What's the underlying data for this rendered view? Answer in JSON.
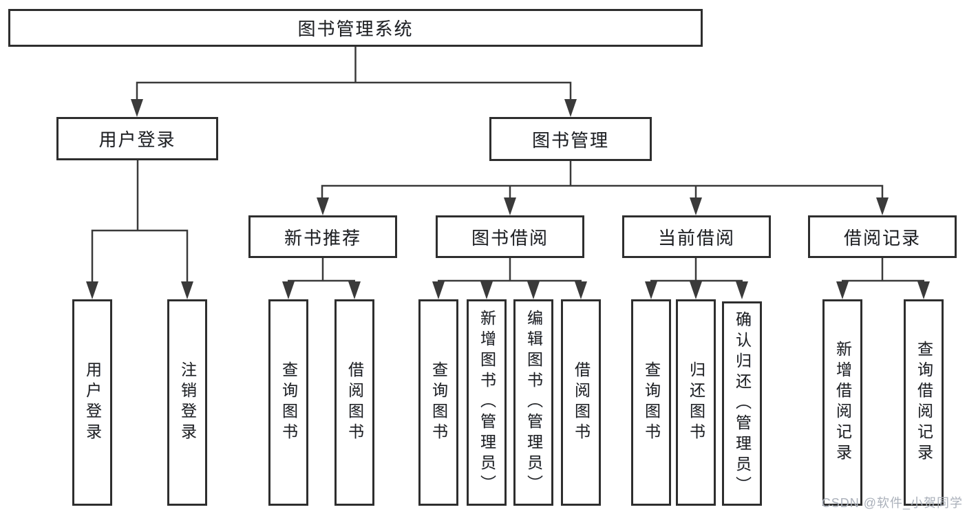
{
  "watermark": "CSDN @软件_小贺同学",
  "colors": {
    "line": "#3a3a3a",
    "box_border": "#2e2e2e",
    "box_fill": "#ffffff",
    "text": "#1f1f1f",
    "watermark": "#aab0ba"
  },
  "tree": {
    "label": "图书管理系统",
    "children": [
      {
        "label": "用户登录",
        "children": [
          {
            "label": "用户登录"
          },
          {
            "label": "注销登录"
          }
        ]
      },
      {
        "label": "图书管理",
        "children": [
          {
            "label": "新书推荐",
            "children": [
              {
                "label": "查询图书"
              },
              {
                "label": "借阅图书"
              }
            ]
          },
          {
            "label": "图书借阅",
            "children": [
              {
                "label": "查询图书"
              },
              {
                "label": "新增图书（管理员）"
              },
              {
                "label": "编辑图书（管理员）"
              },
              {
                "label": "借阅图书"
              }
            ]
          },
          {
            "label": "当前借阅",
            "children": [
              {
                "label": "查询图书"
              },
              {
                "label": "归还图书"
              },
              {
                "label": "确认归还（管理员）"
              }
            ]
          },
          {
            "label": "借阅记录",
            "children": [
              {
                "label": "新增借阅记录"
              },
              {
                "label": "查询借阅记录"
              }
            ]
          }
        ]
      }
    ]
  }
}
